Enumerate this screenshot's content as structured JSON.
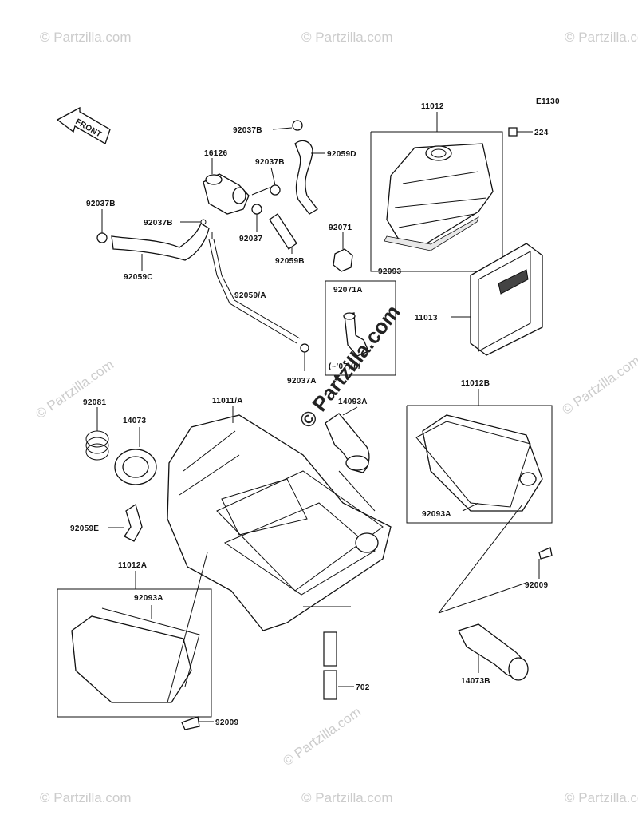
{
  "diagram_code": "E1130",
  "front_label": "FRONT",
  "note": "(~'07)(6/",
  "watermark_main": "© Partzilla.com",
  "watermark_tile": "© Partzilla.com",
  "labels": {
    "p11012": "11012",
    "p224": "224",
    "p92037B_a": "92037B",
    "p92059D": "92059D",
    "p16126": "16126",
    "p92037B_b": "92037B",
    "p92037B_c": "92037B",
    "p92037B_d": "92037B",
    "p92037": "92037",
    "p92071": "92071",
    "p92059B": "92059B",
    "p92093": "92093",
    "p92059C": "92059C",
    "p92059A": "92059/A",
    "p92071A": "92071A",
    "p11013": "11013",
    "p92037A": "92037A",
    "p11012B": "11012B",
    "p92081": "92081",
    "p11011A": "11011/A",
    "p14073": "14073",
    "p14093A": "14093A",
    "p92093A_r": "92093A",
    "p92059E": "92059E",
    "p92009_r": "92009",
    "p11012A": "11012A",
    "p92093A_l": "92093A",
    "p702": "702",
    "p14073B": "14073B",
    "p92009_l": "92009"
  }
}
